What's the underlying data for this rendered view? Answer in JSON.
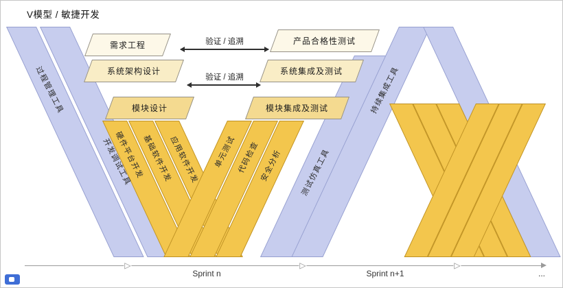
{
  "title": "V模型 / 敏捷开发",
  "steps": {
    "left": [
      "需求工程",
      "系统架构设计",
      "模块设计"
    ],
    "right": [
      "产品合格性测试",
      "系统集成及测试",
      "模块集成及测试"
    ]
  },
  "verify_arrows": [
    "验证 / 追溯",
    "验证 / 追溯"
  ],
  "bands": {
    "process_tools": "过程管理工具",
    "debug_tools": "开发调试工具",
    "dev_activities": [
      "硬件平台开发",
      "基础软件开发",
      "应用软件开发"
    ],
    "test_activities": [
      "单元测试",
      "代码检查",
      "安全分析"
    ],
    "sim_tools": "测试仿真工具",
    "ci_tools": "持续集成工具"
  },
  "timeline": {
    "marker": "▷",
    "sprint_n": "Sprint n",
    "sprint_n1": "Sprint n+1",
    "more": "..."
  },
  "colors": {
    "band_purple": "#c7cdee",
    "band_gold": "#f3c64d",
    "step_row1": "#fdf8e8",
    "step_row2": "#f9edc6",
    "step_row3": "#f4da90"
  }
}
